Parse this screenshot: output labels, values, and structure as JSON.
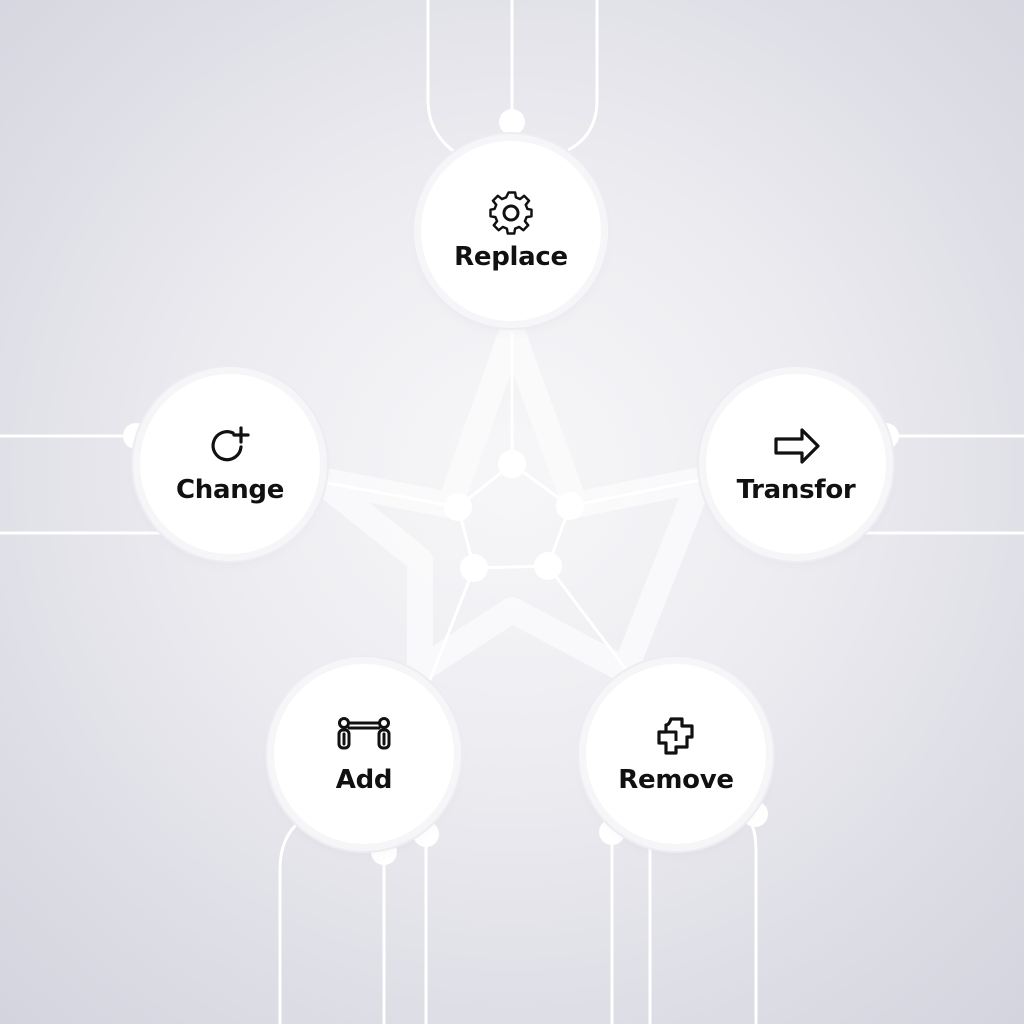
{
  "nodes": {
    "replace": {
      "label": "Replace",
      "icon": "gear-icon"
    },
    "change": {
      "label": "Change",
      "icon": "refresh-arrow-icon"
    },
    "transform": {
      "label": "Transfor",
      "icon": "right-arrow-icon"
    },
    "add": {
      "label": "Add",
      "icon": "linked-chain-icon"
    },
    "remove": {
      "label": "Remove",
      "icon": "puzzle-piece-icon"
    }
  },
  "colors": {
    "background": "#e6e6ec",
    "node_fill": "#ffffff",
    "connector": "#ffffff",
    "text": "#111111"
  }
}
